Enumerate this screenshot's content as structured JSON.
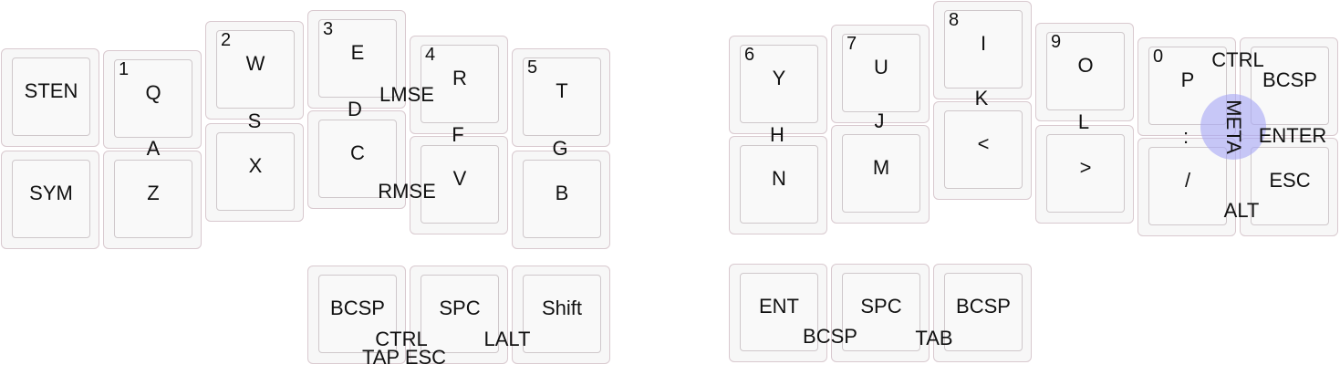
{
  "keys": [
    {
      "id": "sten",
      "label": "STEN"
    },
    {
      "id": "sym",
      "label": "SYM"
    },
    {
      "id": "q",
      "label": "Q",
      "num": "1"
    },
    {
      "id": "z",
      "label": "Z"
    },
    {
      "id": "w",
      "label": "W",
      "num": "2"
    },
    {
      "id": "x",
      "label": "X"
    },
    {
      "id": "e",
      "label": "E",
      "num": "3"
    },
    {
      "id": "c",
      "label": "C"
    },
    {
      "id": "r",
      "label": "R",
      "num": "4"
    },
    {
      "id": "v",
      "label": "V"
    },
    {
      "id": "t",
      "label": "T",
      "num": "5"
    },
    {
      "id": "b",
      "label": "B"
    },
    {
      "id": "y",
      "label": "Y",
      "num": "6"
    },
    {
      "id": "n",
      "label": "N"
    },
    {
      "id": "u",
      "label": "U",
      "num": "7"
    },
    {
      "id": "m",
      "label": "M"
    },
    {
      "id": "i",
      "label": "I",
      "num": "8"
    },
    {
      "id": "lt",
      "label": "<"
    },
    {
      "id": "o",
      "label": "O",
      "num": "9"
    },
    {
      "id": "gt",
      "label": ">"
    },
    {
      "id": "p",
      "label": "P",
      "num": "0"
    },
    {
      "id": "slash",
      "label": "/"
    },
    {
      "id": "bcsp-r",
      "label": "BCSP"
    },
    {
      "id": "esc",
      "label": "ESC"
    },
    {
      "id": "bcsp-lt",
      "label": "BCSP"
    },
    {
      "id": "spc-l",
      "label": "SPC"
    },
    {
      "id": "shift",
      "label": "Shift"
    },
    {
      "id": "ent",
      "label": "ENT"
    },
    {
      "id": "spc-r",
      "label": "SPC"
    },
    {
      "id": "bcsp-rt",
      "label": "BCSP"
    }
  ],
  "combos": [
    {
      "id": "a",
      "label": "A"
    },
    {
      "id": "s",
      "label": "S"
    },
    {
      "id": "d",
      "label": "D"
    },
    {
      "id": "lmse",
      "label": "LMSE"
    },
    {
      "id": "f",
      "label": "F"
    },
    {
      "id": "rmse",
      "label": "RMSE"
    },
    {
      "id": "g",
      "label": "G"
    },
    {
      "id": "h",
      "label": "H"
    },
    {
      "id": "j",
      "label": "J"
    },
    {
      "id": "k",
      "label": "K"
    },
    {
      "id": "l",
      "label": "L"
    },
    {
      "id": "colon",
      "label": ":"
    },
    {
      "id": "ctrl-r",
      "label": "CTRL"
    },
    {
      "id": "enter",
      "label": "ENTER"
    },
    {
      "id": "alt",
      "label": "ALT"
    },
    {
      "id": "ctrl-l",
      "label": "CTRL"
    },
    {
      "id": "tap-esc",
      "label": "TAP ESC"
    },
    {
      "id": "lalt",
      "label": "LALT"
    },
    {
      "id": "bcsp-c",
      "label": "BCSP"
    },
    {
      "id": "tab",
      "label": "TAB"
    }
  ],
  "rotated_combo": {
    "label": "META"
  },
  "colors": {
    "key_border": "#d9c9cf",
    "key_fill": "#f7f7f7",
    "bubble": "#a5a5f5"
  }
}
